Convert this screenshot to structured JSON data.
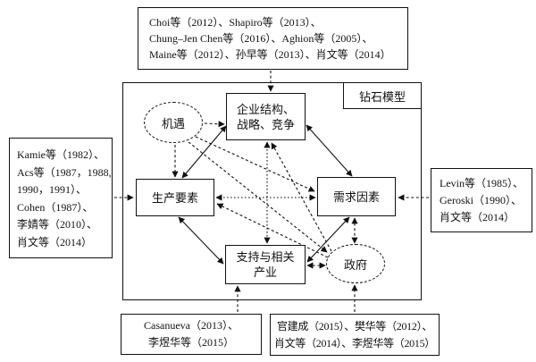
{
  "colors": {
    "line": "#111111",
    "background": "#ffffff",
    "text": "#111111"
  },
  "diagram": {
    "model_label": "钻石模型",
    "nodes": {
      "opportunity": "机遇",
      "firm_structure": "企业结构、\n战略、竞争",
      "factor_conditions": "生产要素",
      "demand_conditions": "需求因素",
      "supporting_industries": "支持与相关\n产业",
      "government": "政府"
    }
  },
  "citations": {
    "top": {
      "lines": [
        "Choi等（2012）、Shapiro等（2013）、",
        "Chung–Jen Chen等（2016）、Aghion等（2005）、",
        "Maine等（2012）、孙早等（2013）、肖文等（2014）"
      ]
    },
    "left": {
      "lines": [
        "Kamie等（1982）、",
        "Acs等（1987，1988,",
        "1990，1991）、",
        "Cohen（1987）、",
        "李婧等（2010）、",
        "肖文等（2014）"
      ]
    },
    "right": {
      "lines": [
        "Levin等（1985）、",
        "Geroski（1990）、",
        "肖文等（2014）"
      ]
    },
    "bottom_left": {
      "lines": [
        "Casanueva（2013）、",
        "李煜华等（2015）"
      ]
    },
    "bottom_right": {
      "lines": [
        "官建成（2015）、樊华等（2012）、",
        "肖文等（2014）、李煜华等（2015）"
      ]
    }
  }
}
